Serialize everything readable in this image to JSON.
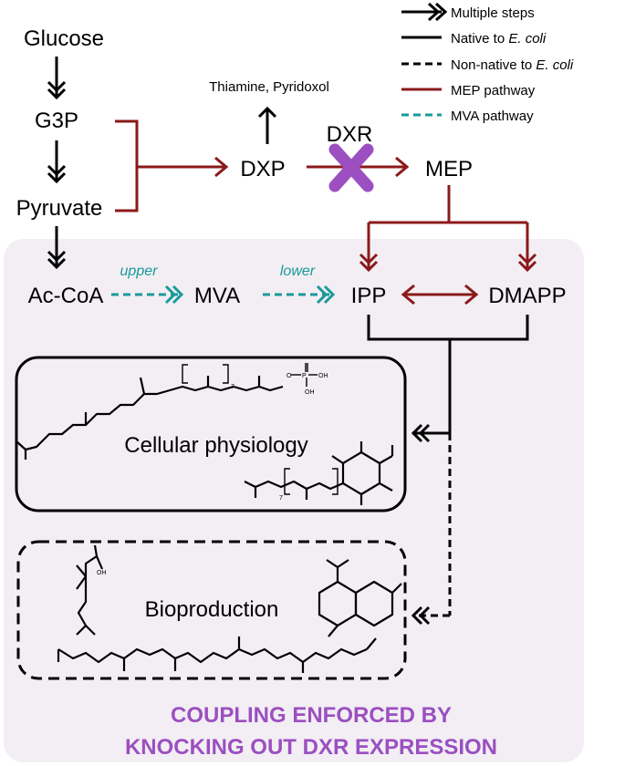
{
  "legend": {
    "multiple_steps": "Multiple steps",
    "native_prefix": "Native to ",
    "non_native_prefix": "Non-native to ",
    "ecoli": "E. coli",
    "mep": "MEP pathway",
    "mva": "MVA pathway"
  },
  "nodes": {
    "glucose": "Glucose",
    "g3p": "G3P",
    "pyruvate": "Pyruvate",
    "acoa": "Ac-CoA",
    "mva": "MVA",
    "ipp": "IPP",
    "dmapp": "DMAPP",
    "dxp": "DXP",
    "mep": "MEP",
    "thiamine": "Thiamine, Pyridoxol",
    "dxr": "DXR"
  },
  "edge_labels": {
    "upper": "upper",
    "lower": "lower"
  },
  "boxes": {
    "cellular": "Cellular physiology",
    "bioproduction": "Bioproduction"
  },
  "molecule_labels": {
    "subscript_7": "7",
    "o": "O",
    "p": "P",
    "oh": "OH"
  },
  "banner": {
    "line1": "COUPLING ENFORCED BY",
    "line2": "KNOCKING OUT DXR EXPRESSION"
  },
  "colors": {
    "mep": "#8b1a1a",
    "mva": "#1a9a9a",
    "knockout": "#9b4fc0",
    "background_panel": "#f2eef4"
  }
}
